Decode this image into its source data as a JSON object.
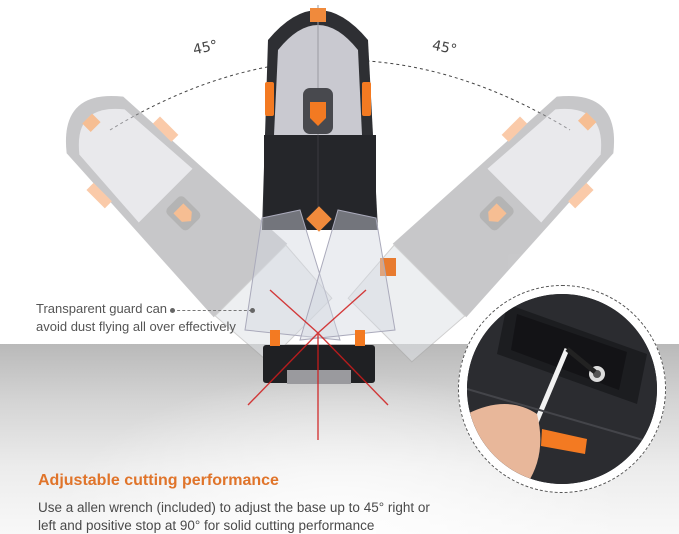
{
  "image": {
    "description": "Jigsaw product feature image showing base bevel adjustment",
    "colors": {
      "accent_orange": "#e0742a",
      "body_dark": "#2e2f33",
      "body_gray": "#b8b8bc",
      "laser_red": "#d01c1c",
      "floor_gray": "#c4c4c4"
    }
  },
  "angles": {
    "left": "45°",
    "right": "45°"
  },
  "callout": {
    "text_line1": "Transparent guard can",
    "text_line2": "avoid dust flying all over effectively"
  },
  "feature": {
    "title": "Adjustable cutting performance",
    "description_line1": "Use a allen wrench (included) to adjust the base up to 45° right or",
    "description_line2": "left and positive stop at 90° for solid cutting performance"
  },
  "inset": {
    "subject": "hand using allen wrench on jigsaw base"
  }
}
